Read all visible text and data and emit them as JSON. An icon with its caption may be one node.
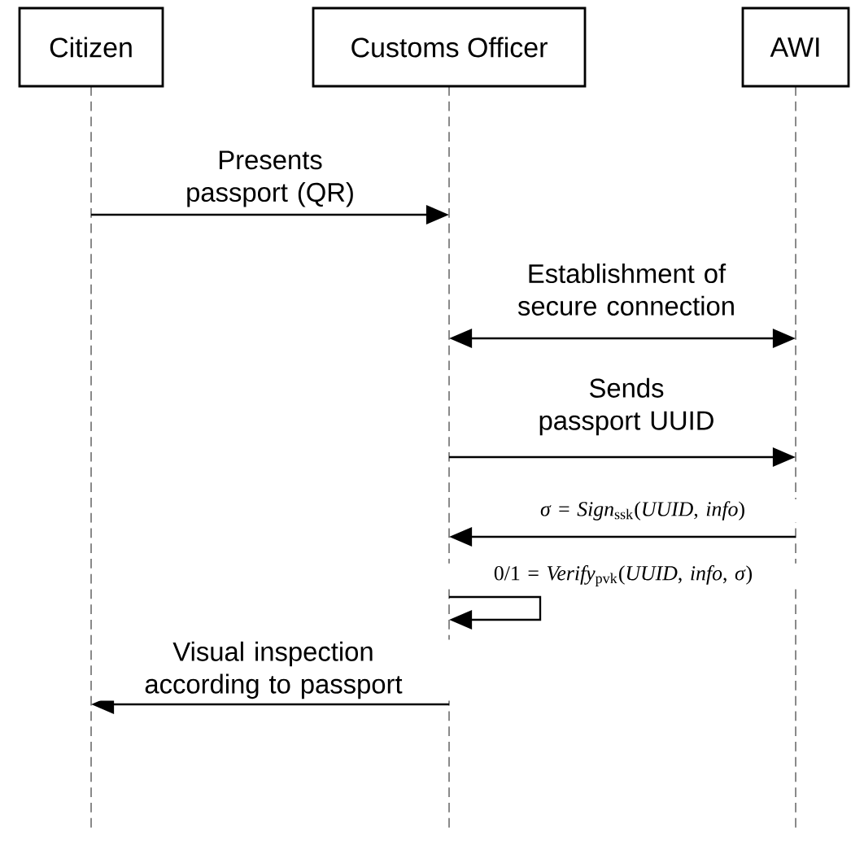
{
  "diagram": {
    "nodes": [
      {
        "text": [
          "Citizen"
        ]
      },
      {
        "text": [
          "Customs Officer"
        ]
      },
      {
        "text": [
          "AWI"
        ]
      }
    ],
    "edges": [
      {
        "from": 0,
        "to": 1,
        "arrow": "to",
        "label": "Presents passport (QR)"
      },
      {
        "from": 1,
        "to": 2,
        "arrow": "both",
        "label": "Establishment of secure connection"
      },
      {
        "from": 1,
        "to": 2,
        "arrow": "to",
        "label": "Sends passport UUID"
      },
      {
        "from": 2,
        "to": 1,
        "arrow": "to",
        "label": "*σ* = *Sign*$_{ssk}$(*UUID*, *info*)"
      },
      {
        "from": 1,
        "to": 1,
        "arrow": "to",
        "label": "0/1 = *Verify*$_{pvk}$(*UUID*, *info*, *σ*)"
      },
      {
        "from": 1,
        "to": 0,
        "arrow": "to",
        "label": "Visual inspection according to passport"
      }
    ]
  }
}
